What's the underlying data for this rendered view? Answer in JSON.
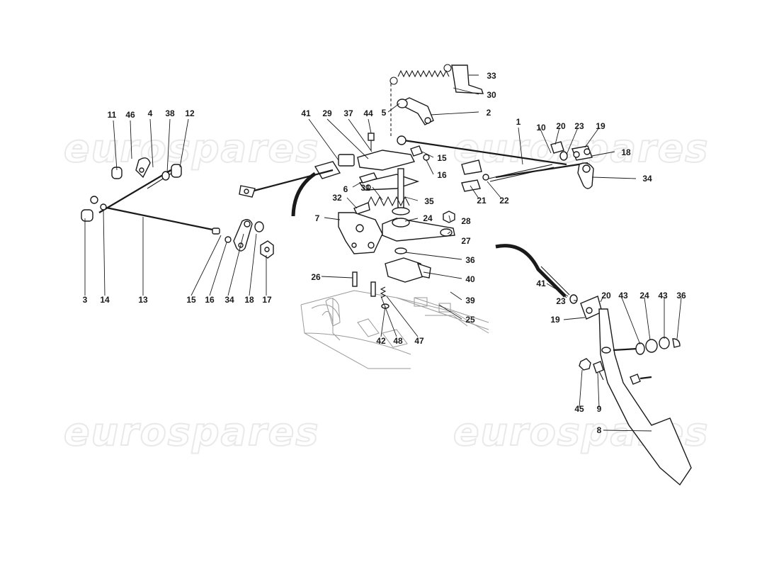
{
  "watermark": "eurospares",
  "callouts": {
    "l11": "11",
    "l46": "46",
    "l4": "4",
    "l38": "38",
    "l12": "12",
    "l3": "3",
    "l14": "14",
    "l13": "13",
    "l15a": "15",
    "l16a": "16",
    "l34a": "34",
    "l18a": "18",
    "l17": "17",
    "l41a": "41",
    "l29": "29",
    "l37": "37",
    "l44": "44",
    "l5": "5",
    "l2": "2",
    "l33": "33",
    "l30": "30",
    "l15b": "15",
    "l16b": "16",
    "l6": "6",
    "l31": "31",
    "l35": "35",
    "l32": "32",
    "l7": "7",
    "l24a": "24",
    "l28": "28",
    "l27": "27",
    "l36a": "36",
    "l40": "40",
    "l26": "26",
    "l39": "39",
    "l25": "25",
    "l42": "42",
    "l48": "48",
    "l47": "47",
    "l1": "1",
    "l10": "10",
    "l20a": "20",
    "l23a": "23",
    "l19a": "19",
    "l18b": "18",
    "l34b": "34",
    "l21": "21",
    "l22": "22",
    "l41b": "41",
    "l23b": "23",
    "l19b": "19",
    "l20b": "20",
    "l43a": "43",
    "l24b": "24",
    "l43b": "43",
    "l36b": "36",
    "l45": "45",
    "l9": "9",
    "l8": "8"
  }
}
